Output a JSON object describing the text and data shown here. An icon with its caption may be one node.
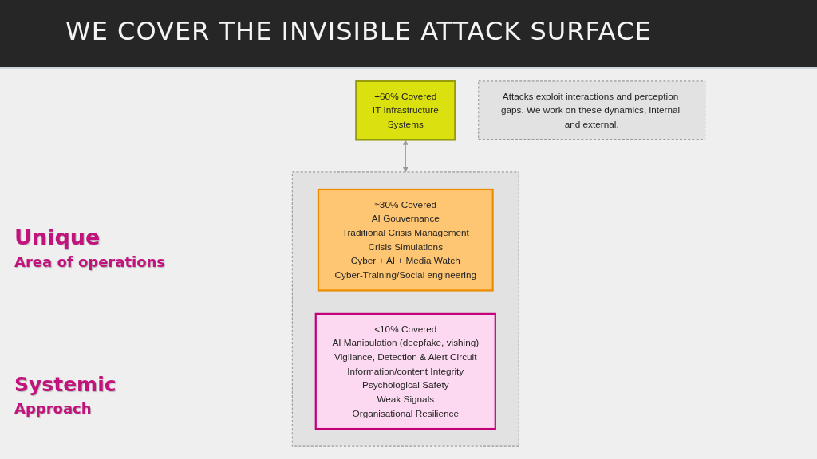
{
  "diagram": {
    "title": "WE COVER THE INVISIBLE ATTACK SURFACE",
    "nodes": [
      {
        "text": [
          "+60% Covered",
          "IT Infrastructure",
          "Systems"
        ]
      },
      {
        "text": [],
        "shape": "box"
      },
      {
        "text": [
          "≈30% Covered",
          "AI Gouvernance",
          "Traditional Crisis Management",
          "Crisis Simulations",
          "Cyber + AI + Media Watch",
          "Cyber-Training/Social engineering"
        ],
        "in": 1
      },
      {
        "text": [
          "<10% Covered",
          "AI Manipulation (deepfake, vishing)",
          "Vigilance, Detection & Alert Circuit",
          "Information/content Integrity",
          "Psychological Safety",
          "Weak Signals",
          "Organisational Resilience"
        ],
        "in": 1
      },
      {
        "text": [
          "Attacks exploit interactions and perception gaps. We work on these dynamics, internal and external."
        ]
      }
    ],
    "edges": [
      {
        "from": 0,
        "to": 1,
        "arrow": "both"
      }
    ],
    "labels": [
      "Unique",
      "Area of operations",
      "Systemic",
      "Approach"
    ]
  }
}
